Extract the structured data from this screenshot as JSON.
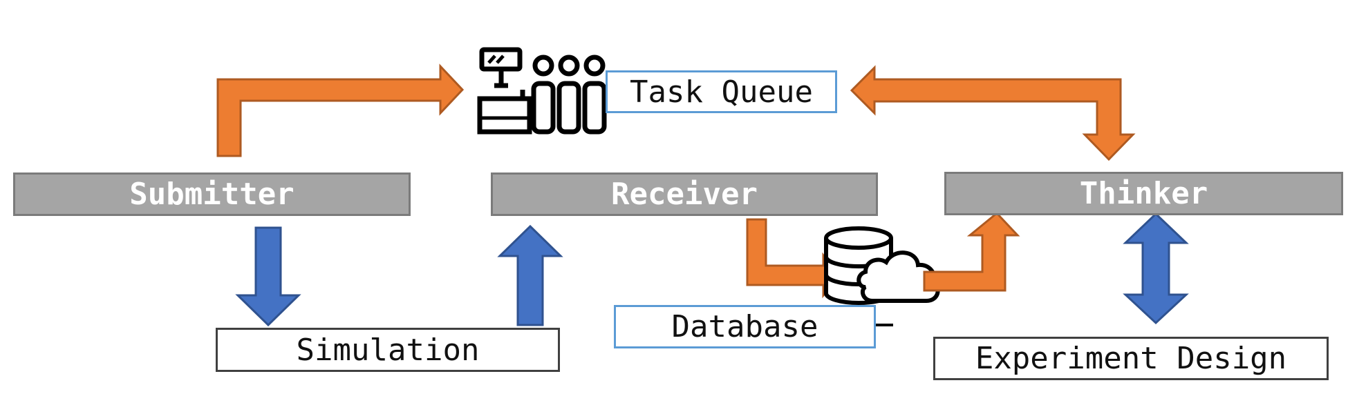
{
  "nodes": {
    "task_queue": "Task Queue",
    "submitter": "Submitter",
    "receiver": "Receiver",
    "thinker": "Thinker",
    "simulation": "Simulation",
    "database": "Database",
    "experiment_design": "Experiment Design"
  },
  "icons": {
    "queue": "cash-register-queue-icon",
    "storage": "database-cloud-icon"
  },
  "colors": {
    "orange_arrow": "#ed7d31",
    "orange_stroke": "#ae5a21",
    "blue_arrow": "#4472c4",
    "blue_stroke": "#2f528f",
    "role_fill": "#a5a5a5",
    "role_stroke": "#7b7b7b",
    "label_blue_border": "#5b9bd5"
  }
}
